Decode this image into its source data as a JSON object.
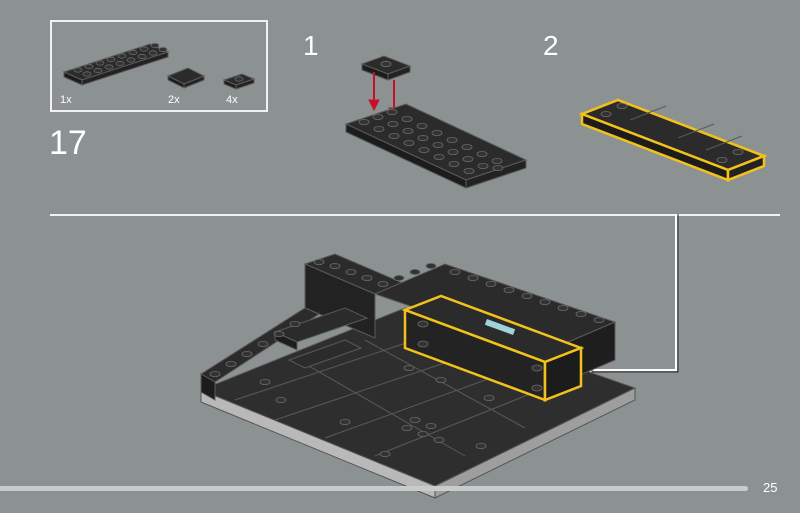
{
  "step": {
    "number": "17"
  },
  "parts": [
    {
      "name": "black-plate-2x8",
      "qty": "1x"
    },
    {
      "name": "black-tile-2x2",
      "qty": "2x"
    },
    {
      "name": "black-jumper-plate-1x2",
      "qty": "4x"
    }
  ],
  "substeps": [
    {
      "label": "1"
    },
    {
      "label": "2"
    }
  ],
  "progress": {
    "fraction": 0.935
  },
  "page": {
    "number": "25"
  },
  "colors": {
    "background": "#8c9192",
    "brick": "#2b2b2b",
    "brick_edge": "#555555",
    "highlight": "#f2c21b",
    "arrow": "#c4102b"
  }
}
